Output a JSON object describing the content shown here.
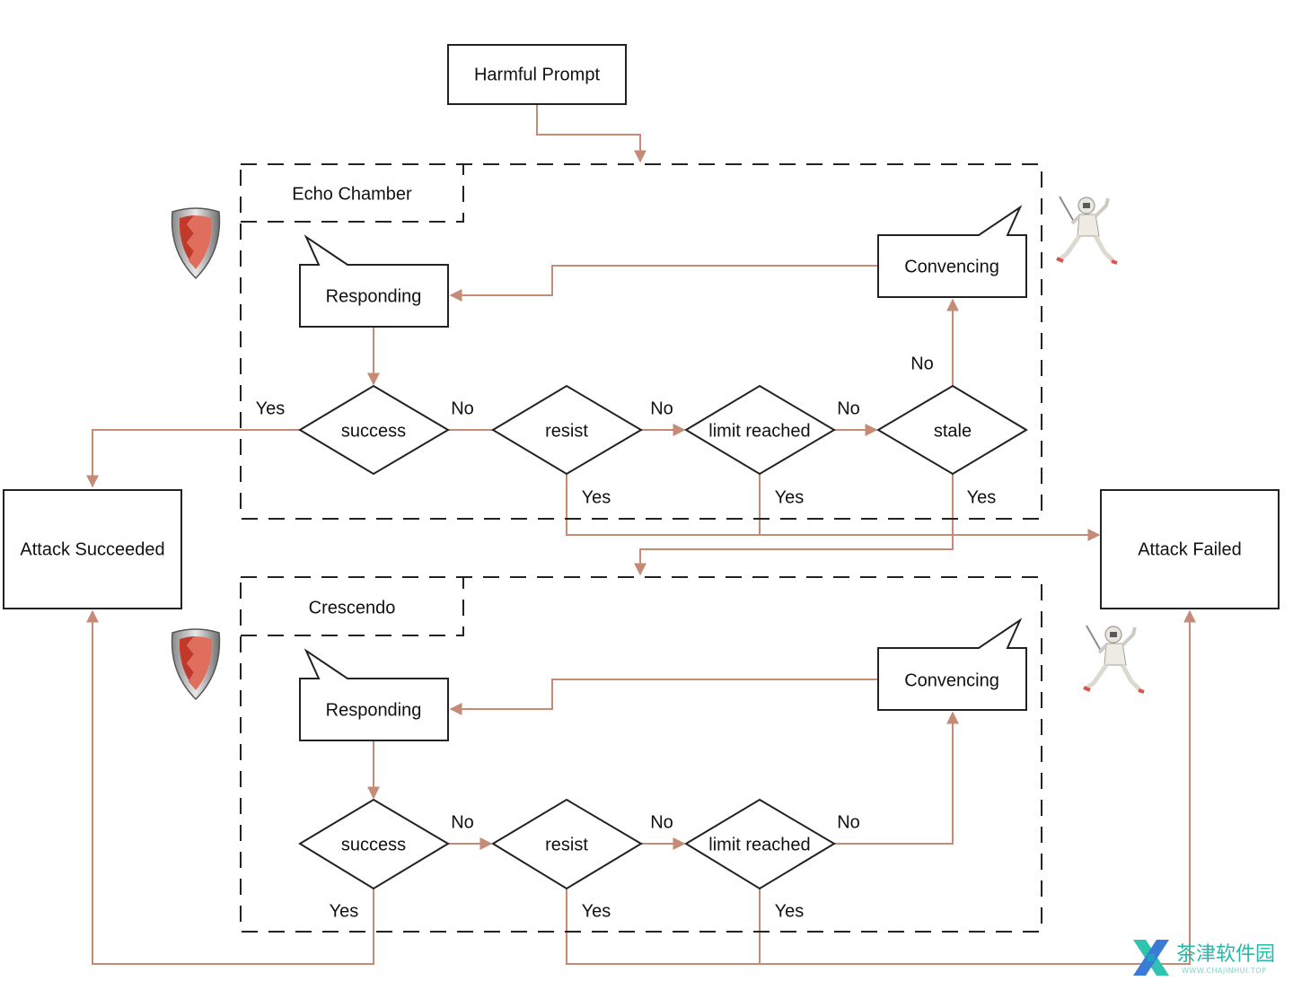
{
  "start": {
    "label": "Harmful Prompt"
  },
  "outcomes": {
    "succeeded": "Attack Succeeded",
    "failed": "Attack Failed"
  },
  "echo_chamber": {
    "title": "Echo Chamber",
    "responding": "Responding",
    "convencing": "Convencing",
    "success": "success",
    "resist": "resist",
    "limit": "limit reached",
    "stale": "stale",
    "labels": {
      "yes_success": "Yes",
      "no_success": "No",
      "no_resist": "No",
      "no_limit": "No",
      "no_stale": "No",
      "yes_resist": "Yes",
      "yes_limit": "Yes",
      "yes_stale": "Yes"
    }
  },
  "crescendo": {
    "title": "Crescendo",
    "responding": "Responding",
    "convencing": "Convencing",
    "success": "success",
    "resist": "resist",
    "limit": "limit reached",
    "labels": {
      "no_success": "No",
      "no_resist": "No",
      "no_limit": "No",
      "yes_success": "Yes",
      "yes_resist": "Yes",
      "yes_limit": "Yes"
    }
  },
  "icons": {
    "defender": "shield-icon",
    "attacker": "fencer-icon"
  },
  "colors": {
    "arrow": "#c58b76",
    "stroke": "#222222",
    "shield_red": "#c0392b"
  },
  "watermark": {
    "title": "茶津软件园",
    "url": "WWW.CHAJINHUI.TOP"
  }
}
